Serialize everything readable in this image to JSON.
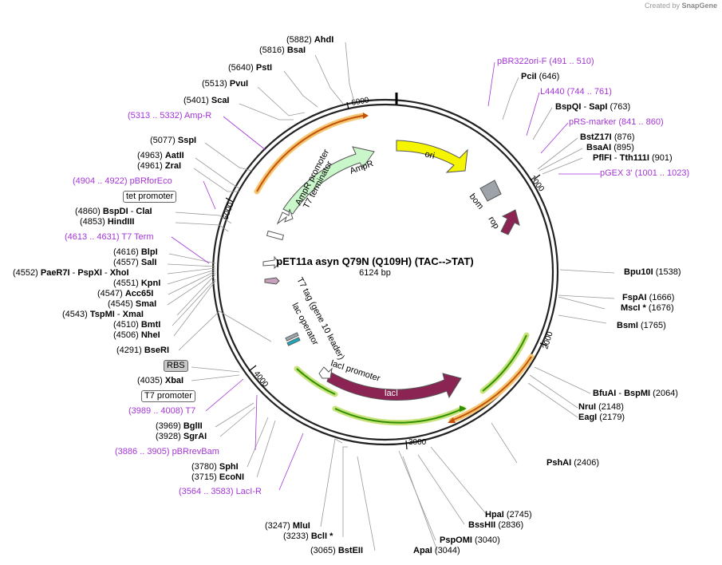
{
  "credit": {
    "prefix": "Created by",
    "brand": "SnapGene"
  },
  "plasmid": {
    "name": "pET11a asyn Q79N (Q109H) (TAC-->TAT)",
    "size": "6124 bp"
  },
  "colors": {
    "primer": "#a435d6",
    "ori": "#f5f500",
    "ampr": "#c9f7c9",
    "laci": "#8b2453",
    "rop": "#8b2453",
    "bom": "#9da3a8",
    "orf_line": "#2f8f00",
    "orf_glow": "#c6e37a",
    "amp_line": "#c4520a",
    "amp_glow": "#f5c671"
  },
  "ticks": [
    "1000",
    "2000",
    "3000",
    "4000",
    "5000",
    "6000"
  ],
  "features": {
    "ori": "ori",
    "ampr": "AmpR",
    "laci": "lacI",
    "bom": "bom",
    "rop": "rop",
    "ampr_promoter": "AmpR promoter",
    "t7_terminator": "T7 terminator",
    "t7_tag": "T7 tag (gene 10 leader)",
    "lac_operator": "lac operator",
    "laci_promoter": "lacI promoter"
  },
  "enzymes": [
    {
      "pos": "(5882)",
      "name": "AhdI"
    },
    {
      "pos": "(5816)",
      "name": "BsaI"
    },
    {
      "pos": "(5640)",
      "name": "PstI"
    },
    {
      "pos": "(5513)",
      "name": "PvuI"
    },
    {
      "pos": "(5401)",
      "name": "ScaI"
    },
    {
      "pos": "(5077)",
      "name": "SspI"
    },
    {
      "pos": "(4963)",
      "name": "AatII"
    },
    {
      "pos": "(4961)",
      "name": "ZraI"
    },
    {
      "pos": "(4860)",
      "name": "BspDI",
      "alt": "ClaI"
    },
    {
      "pos": "(4853)",
      "name": "HindIII"
    },
    {
      "pos": "(4616)",
      "name": "BlpI"
    },
    {
      "pos": "(4557)",
      "name": "SalI"
    },
    {
      "pos": "(4552)",
      "name": "PaeR7I",
      "alt": "PspXI",
      "alt2": "XhoI"
    },
    {
      "pos": "(4551)",
      "name": "KpnI"
    },
    {
      "pos": "(4547)",
      "name": "Acc65I"
    },
    {
      "pos": "(4545)",
      "name": "SmaI"
    },
    {
      "pos": "(4543)",
      "name": "TspMI",
      "alt": "XmaI"
    },
    {
      "pos": "(4510)",
      "name": "BmtI"
    },
    {
      "pos": "(4506)",
      "name": "NheI"
    },
    {
      "pos": "(4291)",
      "name": "BseRI"
    },
    {
      "pos": "(4035)",
      "name": "XbaI"
    },
    {
      "pos": "(3969)",
      "name": "BglII"
    },
    {
      "pos": "(3928)",
      "name": "SgrAI"
    },
    {
      "pos": "(3780)",
      "name": "SphI"
    },
    {
      "pos": "(3715)",
      "name": "EcoNI"
    },
    {
      "pos": "(3247)",
      "name": "MluI"
    },
    {
      "pos": "(3233)",
      "name": "BclI *"
    },
    {
      "pos": "(3065)",
      "name": "BstEII"
    },
    {
      "pos": "(3044)",
      "name": "ApaI"
    },
    {
      "pos": "(3040)",
      "name": "PspOMI"
    },
    {
      "pos": "(2836)",
      "name": "BssHII"
    },
    {
      "pos": "(2745)",
      "name": "HpaI"
    },
    {
      "pos": "(2406)",
      "name": "PshAI"
    },
    {
      "pos": "(2179)",
      "name": "EagI"
    },
    {
      "pos": "(2148)",
      "name": "NruI"
    },
    {
      "pos": "(2064)",
      "name": "BfuAI",
      "alt": "BspMI"
    },
    {
      "pos": "(1765)",
      "name": "BsmI"
    },
    {
      "pos": "(1676)",
      "name": "MscI *"
    },
    {
      "pos": "(1666)",
      "name": "FspAI"
    },
    {
      "pos": "(1538)",
      "name": "Bpu10I"
    },
    {
      "pos": "(901)",
      "name": "PflFI",
      "alt": "Tth111I"
    },
    {
      "pos": "(895)",
      "name": "BsaAI"
    },
    {
      "pos": "(876)",
      "name": "BstZ17I"
    },
    {
      "pos": "(763)",
      "name": "BspQI",
      "alt": "SapI"
    },
    {
      "pos": "(646)",
      "name": "PciI"
    }
  ],
  "primers": [
    {
      "range": "(491 .. 510)",
      "name": "pBR322ori-F"
    },
    {
      "range": "(744 .. 761)",
      "name": "L4440"
    },
    {
      "range": "(841 .. 860)",
      "name": "pRS-marker"
    },
    {
      "range": "(1001 .. 1023)",
      "name": "pGEX 3'"
    },
    {
      "range": "(5313 .. 5332)",
      "name": "Amp-R"
    },
    {
      "range": "(4904 .. 4922)",
      "name": "pBRforEco"
    },
    {
      "range": "(4613 .. 4631)",
      "name": "T7 Term"
    },
    {
      "range": "(3989 .. 4008)",
      "name": "T7"
    },
    {
      "range": "(3886 .. 3905)",
      "name": "pBRrevBam"
    },
    {
      "range": "(3564 .. 3583)",
      "name": "LacI-R"
    }
  ],
  "boxes": {
    "tet_promoter": "tet promoter",
    "rbs": "RBS",
    "t7_promoter": "T7 promoter"
  }
}
